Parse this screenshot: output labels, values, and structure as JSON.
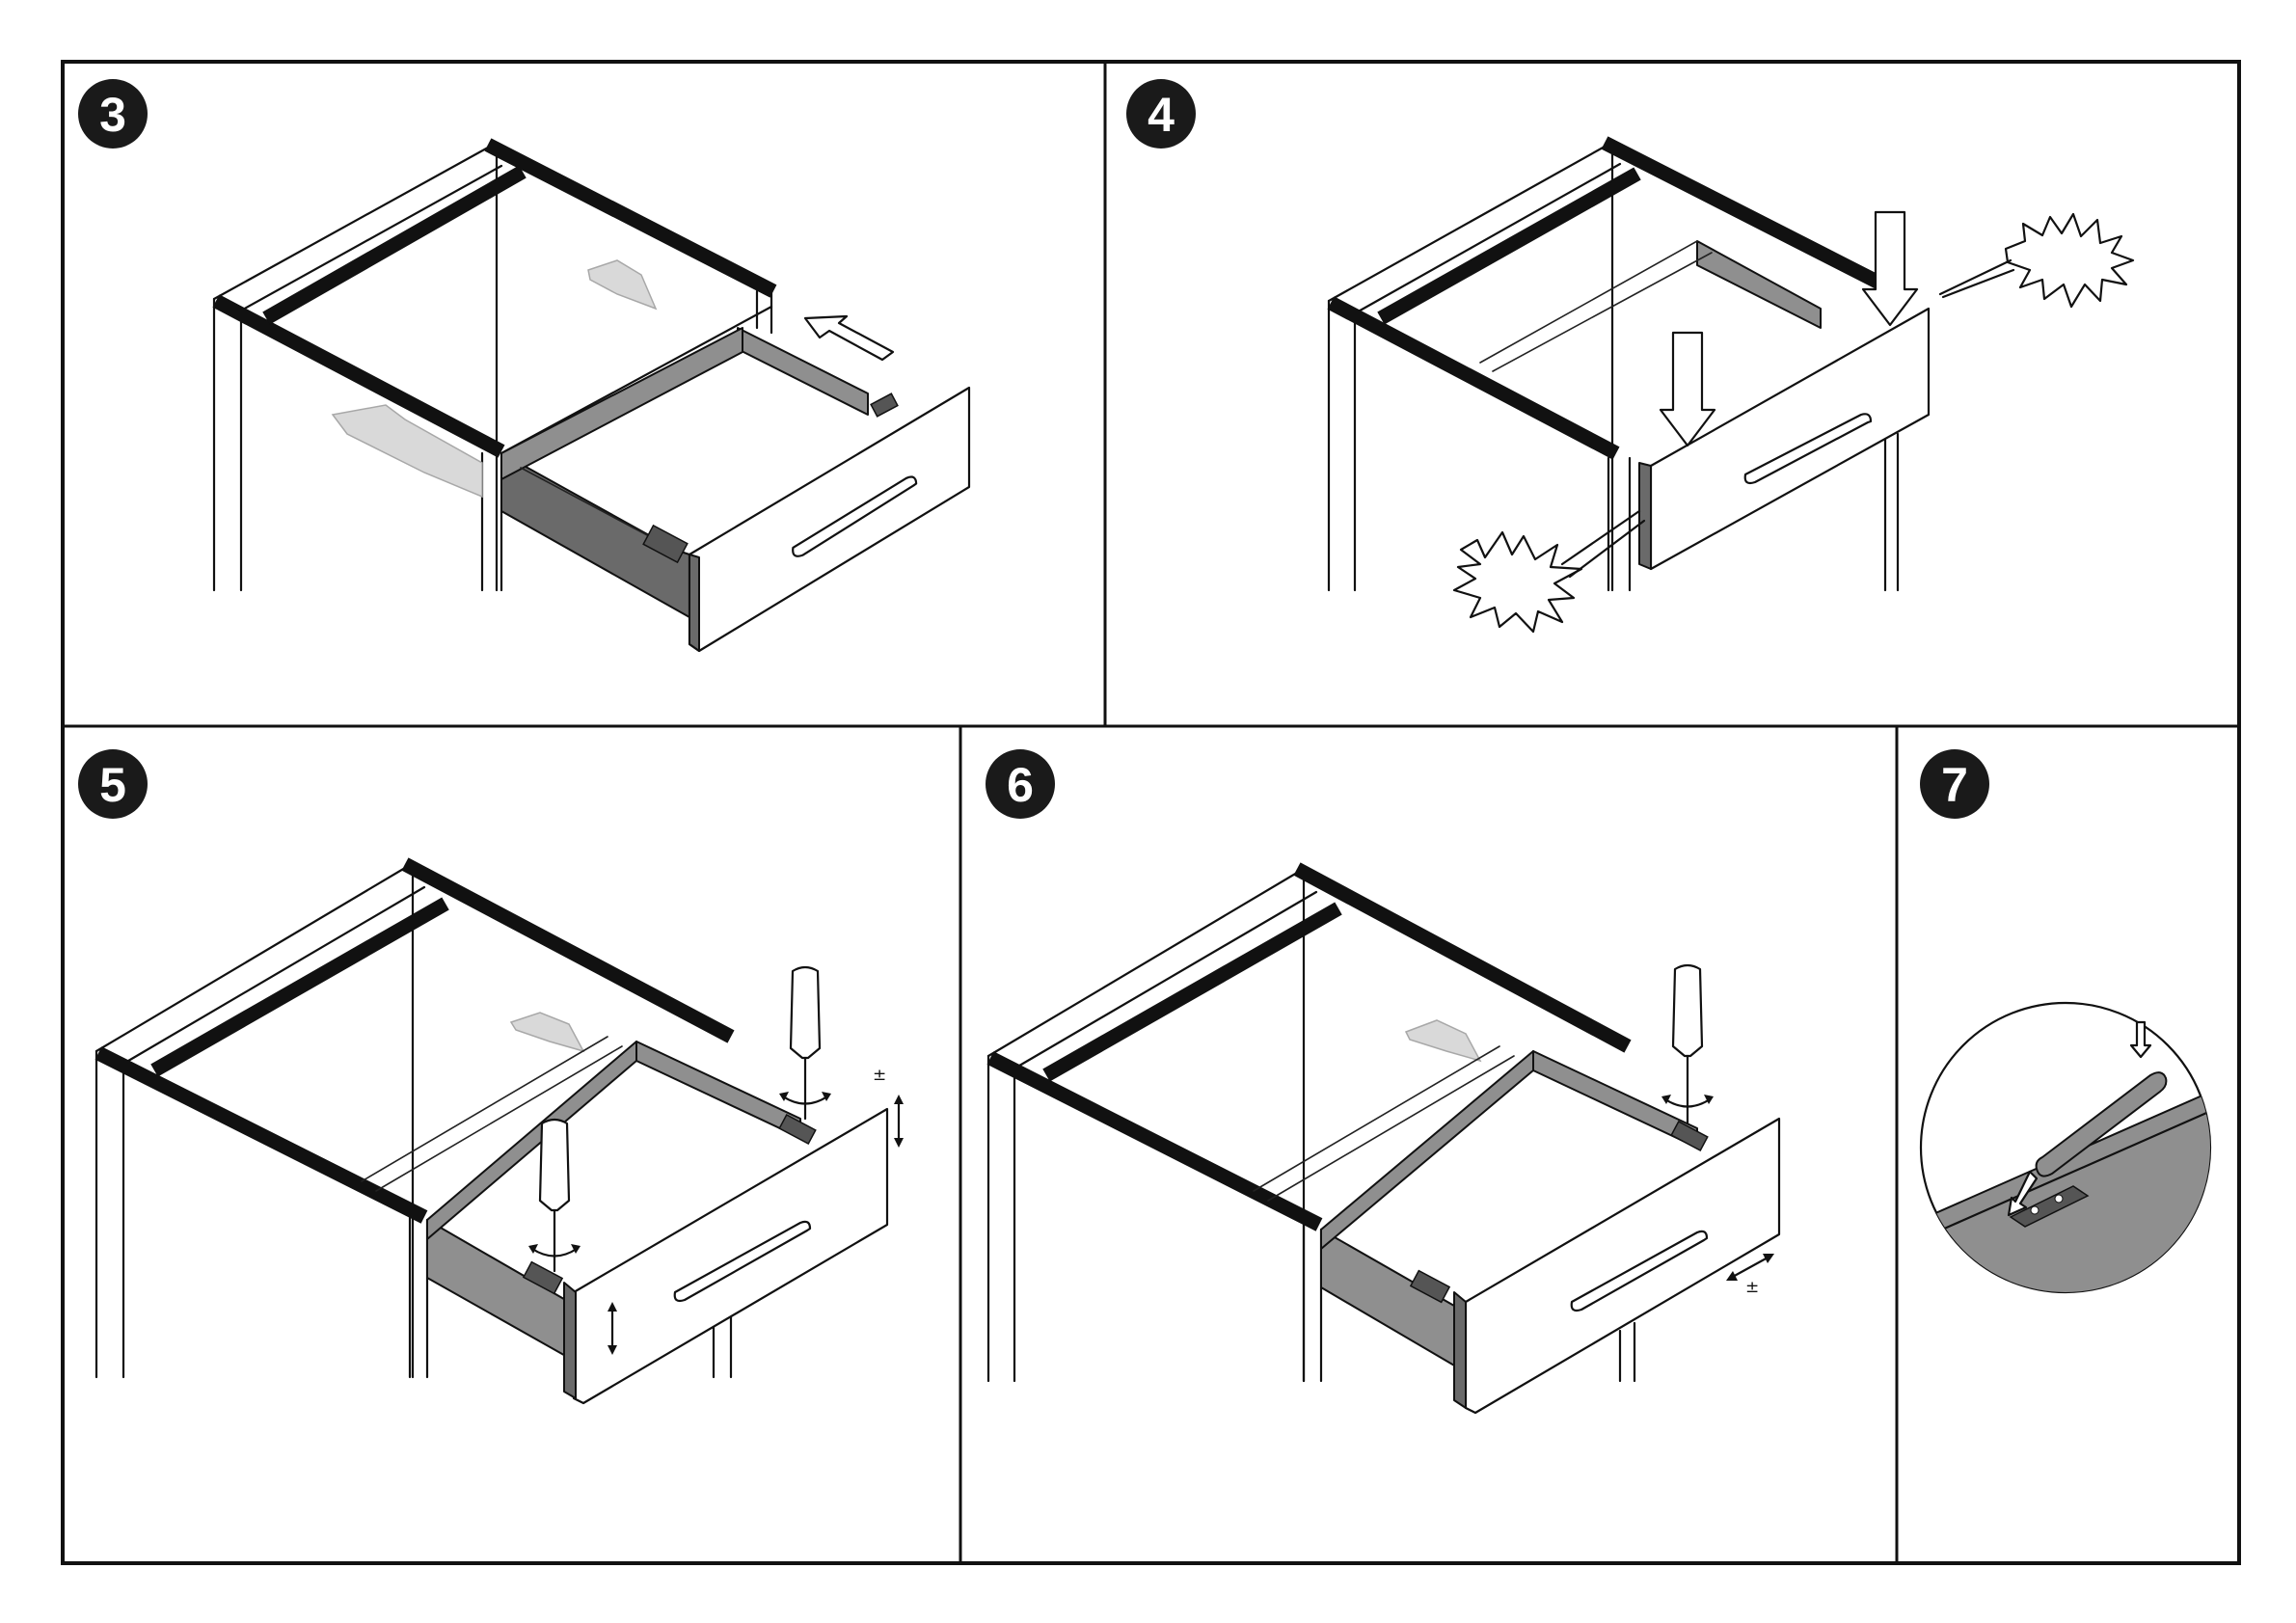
{
  "steps": [
    {
      "number": "3"
    },
    {
      "number": "4"
    },
    {
      "number": "5"
    },
    {
      "number": "6"
    },
    {
      "number": "7"
    }
  ],
  "adjust_symbol": "±",
  "colors": {
    "line": "#111111",
    "drawer_side": "#8f8f8f",
    "badge": "#1a1a1a"
  }
}
